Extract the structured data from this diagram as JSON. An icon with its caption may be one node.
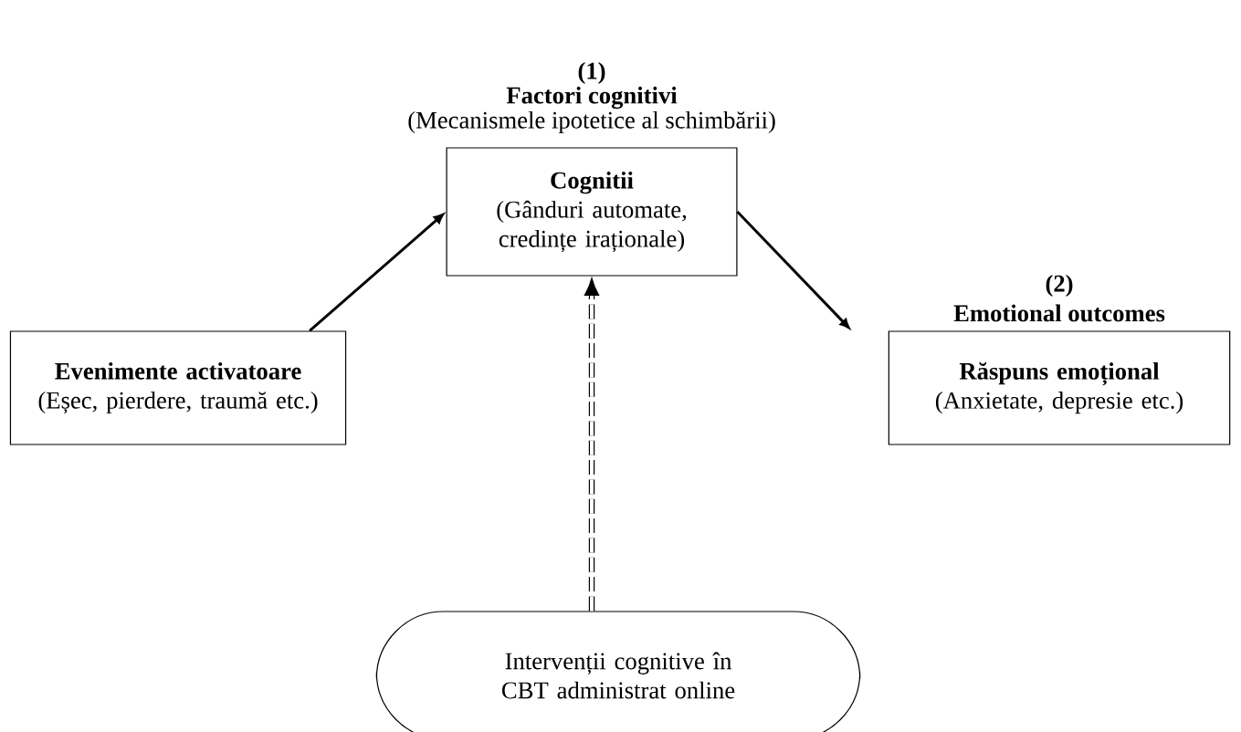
{
  "diagram": {
    "nodes": [
      {
        "text": [
          "Cognitii",
          "(Gânduri automate, credințe iraționale)"
        ],
        "beside": [
          "(1)",
          "Factori cognitivi",
          "(Mecanismele ipotetice al schimbării)"
        ]
      },
      {
        "text": [
          "Evenimente activatoare",
          "(Eșec, pierdere, traumă etc.)"
        ]
      },
      {
        "text": [
          "Răspuns emoțional",
          "(Anxietate, depresie etc.)"
        ],
        "beside": [
          "(2)",
          "Emotional outcomes"
        ]
      },
      {
        "text": [
          "Intervenții cognitive în CBT administrat online"
        ]
      }
    ],
    "edges": [
      {
        "from": 1,
        "to": 0,
        "arrow": "to"
      },
      {
        "from": 0,
        "to": 2,
        "arrow": "to"
      },
      {
        "from": 3,
        "to": 0,
        "arrow": "to",
        "style": "dashed"
      }
    ]
  }
}
